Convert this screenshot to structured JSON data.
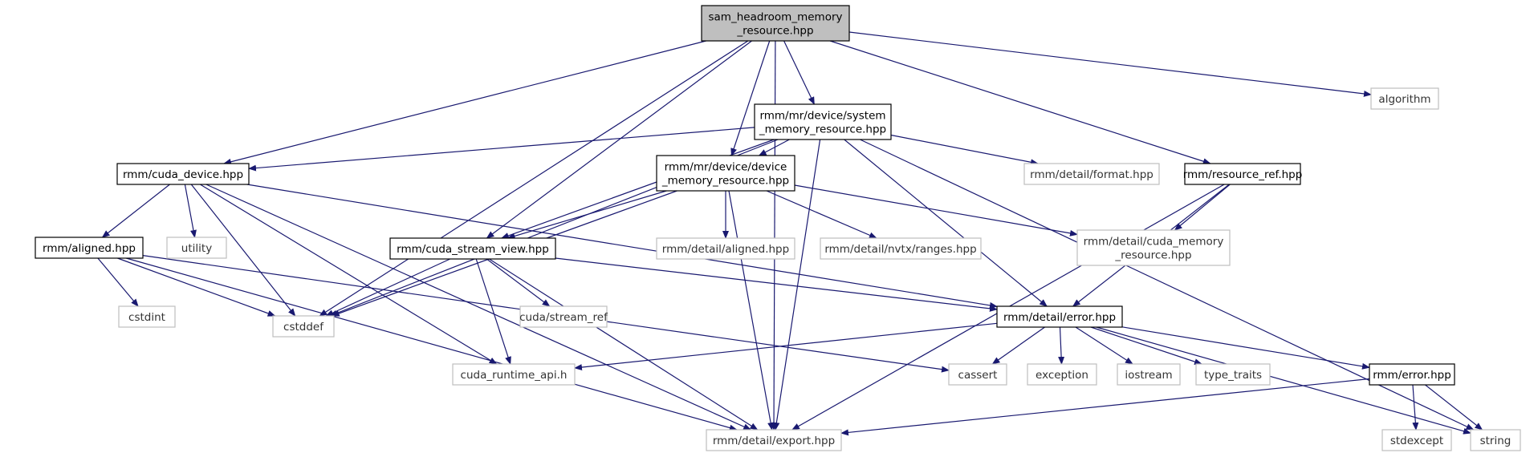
{
  "colors": {
    "edge": "#191970",
    "root_fill": "#bfbfbf",
    "root_border": "#000000",
    "documented_border": "#000000",
    "external_border": "#bfbfbf",
    "node_fill": "#ffffff"
  },
  "nodes": {
    "root": {
      "lines": [
        "sam_headroom_memory",
        "_resource.hpp"
      ],
      "kind": "root"
    },
    "system_mr": {
      "lines": [
        "rmm/mr/device/system",
        "_memory_resource.hpp"
      ],
      "kind": "documented"
    },
    "algorithm": {
      "lines": [
        "algorithm"
      ],
      "kind": "external"
    },
    "cuda_device": {
      "lines": [
        "rmm/cuda_device.hpp"
      ],
      "kind": "documented"
    },
    "device_mr": {
      "lines": [
        "rmm/mr/device/device",
        "_memory_resource.hpp"
      ],
      "kind": "documented"
    },
    "detail_format": {
      "lines": [
        "rmm/detail/format.hpp"
      ],
      "kind": "external"
    },
    "resource_ref": {
      "lines": [
        "rmm/resource_ref.hpp"
      ],
      "kind": "documented"
    },
    "aligned": {
      "lines": [
        "rmm/aligned.hpp"
      ],
      "kind": "documented"
    },
    "utility": {
      "lines": [
        "utility"
      ],
      "kind": "external"
    },
    "cuda_stream_view": {
      "lines": [
        "rmm/cuda_stream_view.hpp"
      ],
      "kind": "documented"
    },
    "detail_aligned": {
      "lines": [
        "rmm/detail/aligned.hpp"
      ],
      "kind": "external"
    },
    "nvtx_ranges": {
      "lines": [
        "rmm/detail/nvtx/ranges.hpp"
      ],
      "kind": "external"
    },
    "cuda_memory_resource": {
      "lines": [
        "rmm/detail/cuda_memory",
        "_resource.hpp"
      ],
      "kind": "external"
    },
    "cstdint": {
      "lines": [
        "cstdint"
      ],
      "kind": "external"
    },
    "cstddef": {
      "lines": [
        "cstddef"
      ],
      "kind": "external"
    },
    "cuda_stream_ref": {
      "lines": [
        "cuda/stream_ref"
      ],
      "kind": "external"
    },
    "detail_error": {
      "lines": [
        "rmm/detail/error.hpp"
      ],
      "kind": "documented"
    },
    "cuda_runtime_api": {
      "lines": [
        "cuda_runtime_api.h"
      ],
      "kind": "external"
    },
    "cassert": {
      "lines": [
        "cassert"
      ],
      "kind": "external"
    },
    "exception": {
      "lines": [
        "exception"
      ],
      "kind": "external"
    },
    "iostream": {
      "lines": [
        "iostream"
      ],
      "kind": "external"
    },
    "type_traits": {
      "lines": [
        "type_traits"
      ],
      "kind": "external"
    },
    "rmm_error": {
      "lines": [
        "rmm/error.hpp"
      ],
      "kind": "documented"
    },
    "detail_export": {
      "lines": [
        "rmm/detail/export.hpp"
      ],
      "kind": "external"
    },
    "stdexcept": {
      "lines": [
        "stdexcept"
      ],
      "kind": "external"
    },
    "string": {
      "lines": [
        "string"
      ],
      "kind": "external"
    }
  },
  "edges": [
    [
      "root",
      "system_mr"
    ],
    [
      "root",
      "algorithm"
    ],
    [
      "root",
      "cuda_device"
    ],
    [
      "root",
      "device_mr"
    ],
    [
      "root",
      "resource_ref"
    ],
    [
      "root",
      "cstddef"
    ],
    [
      "root",
      "cuda_stream_view"
    ],
    [
      "root",
      "detail_export"
    ],
    [
      "system_mr",
      "cuda_device"
    ],
    [
      "system_mr",
      "device_mr"
    ],
    [
      "system_mr",
      "detail_format"
    ],
    [
      "system_mr",
      "cstddef"
    ],
    [
      "system_mr",
      "cuda_stream_view"
    ],
    [
      "system_mr",
      "detail_error"
    ],
    [
      "system_mr",
      "detail_export"
    ],
    [
      "system_mr",
      "string"
    ],
    [
      "cuda_device",
      "aligned"
    ],
    [
      "cuda_device",
      "utility"
    ],
    [
      "cuda_device",
      "cstddef"
    ],
    [
      "cuda_device",
      "detail_error"
    ],
    [
      "cuda_device",
      "cuda_runtime_api"
    ],
    [
      "cuda_device",
      "detail_export"
    ],
    [
      "device_mr",
      "cuda_stream_view"
    ],
    [
      "device_mr",
      "detail_aligned"
    ],
    [
      "device_mr",
      "nvtx_ranges"
    ],
    [
      "device_mr",
      "cuda_memory_resource"
    ],
    [
      "device_mr",
      "cstddef"
    ],
    [
      "device_mr",
      "detail_export"
    ],
    [
      "resource_ref",
      "cuda_memory_resource"
    ],
    [
      "resource_ref",
      "detail_error"
    ],
    [
      "resource_ref",
      "detail_export"
    ],
    [
      "aligned",
      "cstdint"
    ],
    [
      "aligned",
      "cstddef"
    ],
    [
      "aligned",
      "cassert"
    ],
    [
      "aligned",
      "detail_export"
    ],
    [
      "cuda_stream_view",
      "cstddef"
    ],
    [
      "cuda_stream_view",
      "cuda_stream_ref"
    ],
    [
      "cuda_stream_view",
      "detail_error"
    ],
    [
      "cuda_stream_view",
      "cuda_runtime_api"
    ],
    [
      "cuda_stream_view",
      "detail_export"
    ],
    [
      "detail_error",
      "cuda_runtime_api"
    ],
    [
      "detail_error",
      "cassert"
    ],
    [
      "detail_error",
      "exception"
    ],
    [
      "detail_error",
      "iostream"
    ],
    [
      "detail_error",
      "type_traits"
    ],
    [
      "detail_error",
      "rmm_error"
    ],
    [
      "detail_error",
      "string"
    ],
    [
      "rmm_error",
      "stdexcept"
    ],
    [
      "rmm_error",
      "string"
    ],
    [
      "rmm_error",
      "detail_export"
    ]
  ]
}
